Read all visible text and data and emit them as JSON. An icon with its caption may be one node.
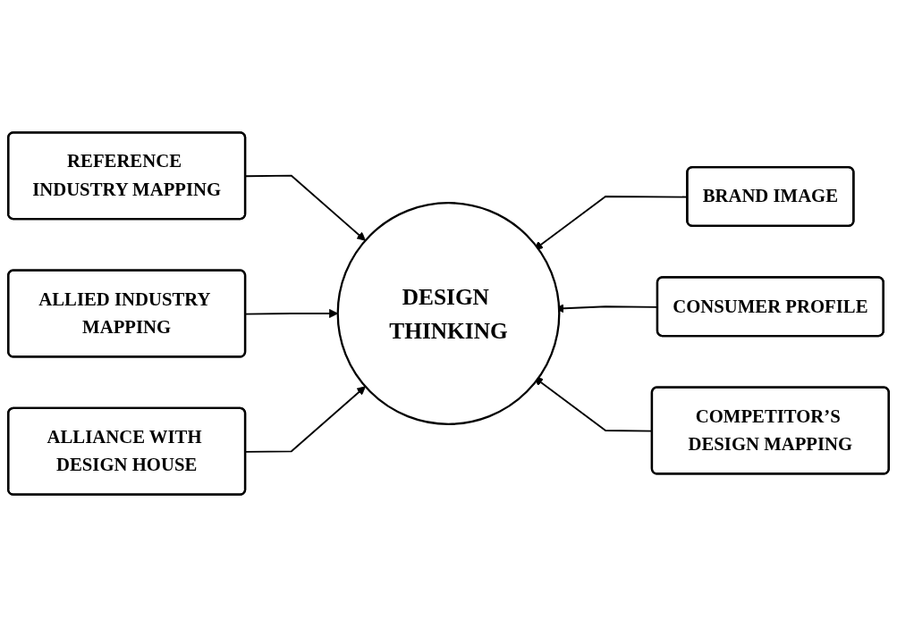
{
  "diagram": {
    "nodes": [
      {
        "text": [
          "REFERENCE INDUSTRY MAPPING"
        ]
      },
      {
        "text": [
          "BRAND IMAGE"
        ]
      },
      {
        "text": [
          "ALLIED INDUSTRY MAPPING"
        ]
      },
      {
        "text": [
          "DESIGN THINKING"
        ]
      },
      {
        "text": [
          "CONSUMER PROFILE"
        ]
      },
      {
        "text": [
          "ALLIANCE WITH DESIGN HOUSE"
        ]
      },
      {
        "text": [
          "COMPETITOR’S DESIGN MAPPING"
        ]
      }
    ],
    "edges": [
      {
        "from": 0,
        "to": 3,
        "arrow": "to"
      },
      {
        "from": 1,
        "to": 3,
        "arrow": "to"
      },
      {
        "from": 2,
        "to": 3,
        "arrow": "to"
      },
      {
        "from": 4,
        "to": 3,
        "arrow": "to"
      },
      {
        "from": 5,
        "to": 3,
        "arrow": "to"
      },
      {
        "from": 6,
        "to": 3,
        "arrow": "to"
      }
    ]
  }
}
